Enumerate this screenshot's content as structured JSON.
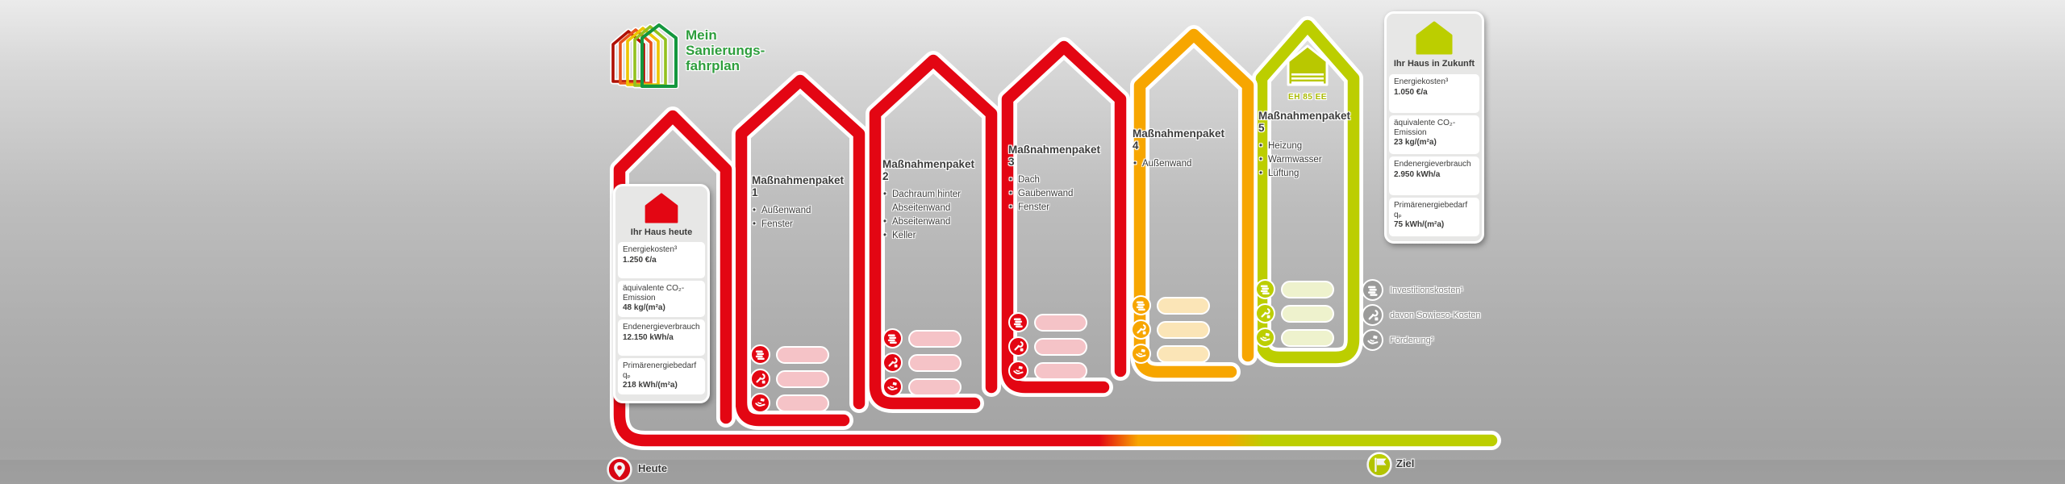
{
  "logo": {
    "lines": [
      "Mein",
      "Sanierungs-",
      "fahrplan"
    ]
  },
  "house_today": {
    "title": "Ihr Haus heute",
    "rows": [
      {
        "label": "Energiekosten³",
        "value": "1.250 €/a"
      },
      {
        "label": "äquivalente CO₂-Emission",
        "value": "48 kg/(m²a)"
      },
      {
        "label": "Endenergieverbrauch",
        "value": "12.150 kWh/a"
      },
      {
        "label": "Primärenergiebedarf qₚ",
        "value": "218 kWh/(m²a)"
      }
    ]
  },
  "house_future": {
    "title": "Ihr Haus in Zukunft",
    "rows": [
      {
        "label": "Energiekosten³",
        "value": "1.050 €/a"
      },
      {
        "label": "äquivalente CO₂-Emission",
        "value": "23 kg/(m²a)"
      },
      {
        "label": "Endenergieverbrauch",
        "value": "2.950 kWh/a"
      },
      {
        "label": "Primärenergiebedarf qₚ",
        "value": "75 kWh/(m²a)"
      }
    ]
  },
  "packages": [
    {
      "title": "Maßnahmenpaket 1",
      "items": [
        "Außenwand",
        "Fenster"
      ]
    },
    {
      "title": "Maßnahmenpaket 2",
      "items": [
        "Dachraum hinter Abseitenwand",
        "Abseitenwand",
        "Keller"
      ]
    },
    {
      "title": "Maßnahmenpaket 3",
      "items": [
        "Dach",
        "Gaubenwand",
        "Fenster"
      ]
    },
    {
      "title": "Maßnahmenpaket 4",
      "items": [
        "Außenwand"
      ]
    },
    {
      "title": "Maßnahmenpaket 5",
      "items": [
        "Heizung",
        "Warmwasser",
        "Lüftung"
      ]
    }
  ],
  "efficiency_badge": {
    "label": "EH 85 EE"
  },
  "legend": [
    {
      "icon": "coins-icon",
      "label": "Investitionskosten¹"
    },
    {
      "icon": "repair-icon",
      "label": "davon Sowieso-Kosten"
    },
    {
      "icon": "funding-icon",
      "label": "Förderung²"
    }
  ],
  "timeline": {
    "start_label": "Heute",
    "end_label": "Ziel"
  },
  "colors": {
    "red": "#e30613",
    "orange": "#f7a600",
    "green": "#bcce00",
    "logo_green": "#2e9e3d",
    "text": "#3c3c3b",
    "legend_gray": "#9b9b9a",
    "tint_red": "#f5c3c7",
    "tint_orange": "#fbe5b7",
    "tint_green": "#eef2cd"
  }
}
